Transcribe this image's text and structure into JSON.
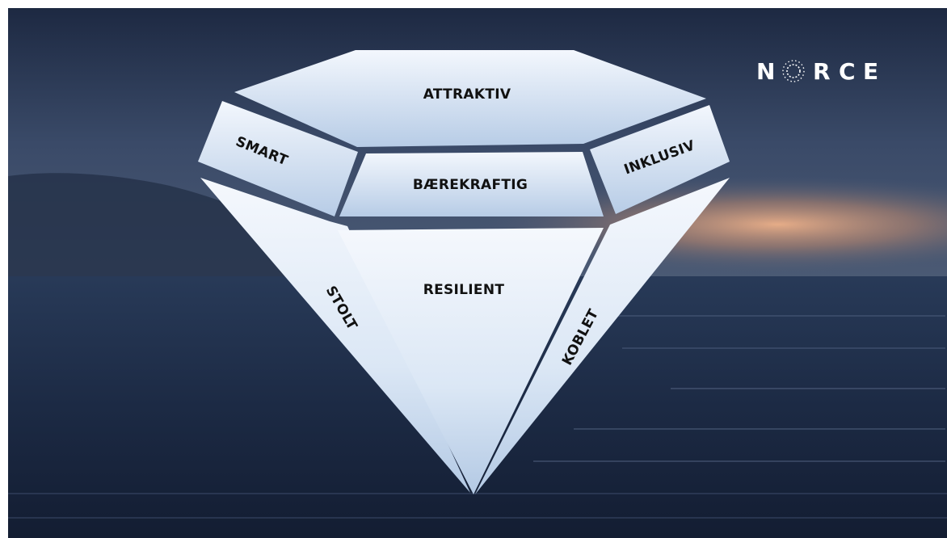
{
  "logo": {
    "letters": [
      "N",
      "R",
      "C",
      "E"
    ],
    "mark": "sun-burst-icon",
    "color": "#ffffff"
  },
  "facets": {
    "top": "ATTRAKTIV",
    "left": "SMART",
    "center": "BÆREKRAFTIG",
    "right": "INKLUSIV",
    "lower_left": "STOLT",
    "lower_center": "RESILIENT",
    "lower_right": "KOBLET"
  },
  "colors": {
    "facet_light": "#f2f6fc",
    "facet_dark": "#b9cde6",
    "sky_top": "#1e2a40",
    "sea": "#172338",
    "sunset_glow": "#e4a17a"
  }
}
